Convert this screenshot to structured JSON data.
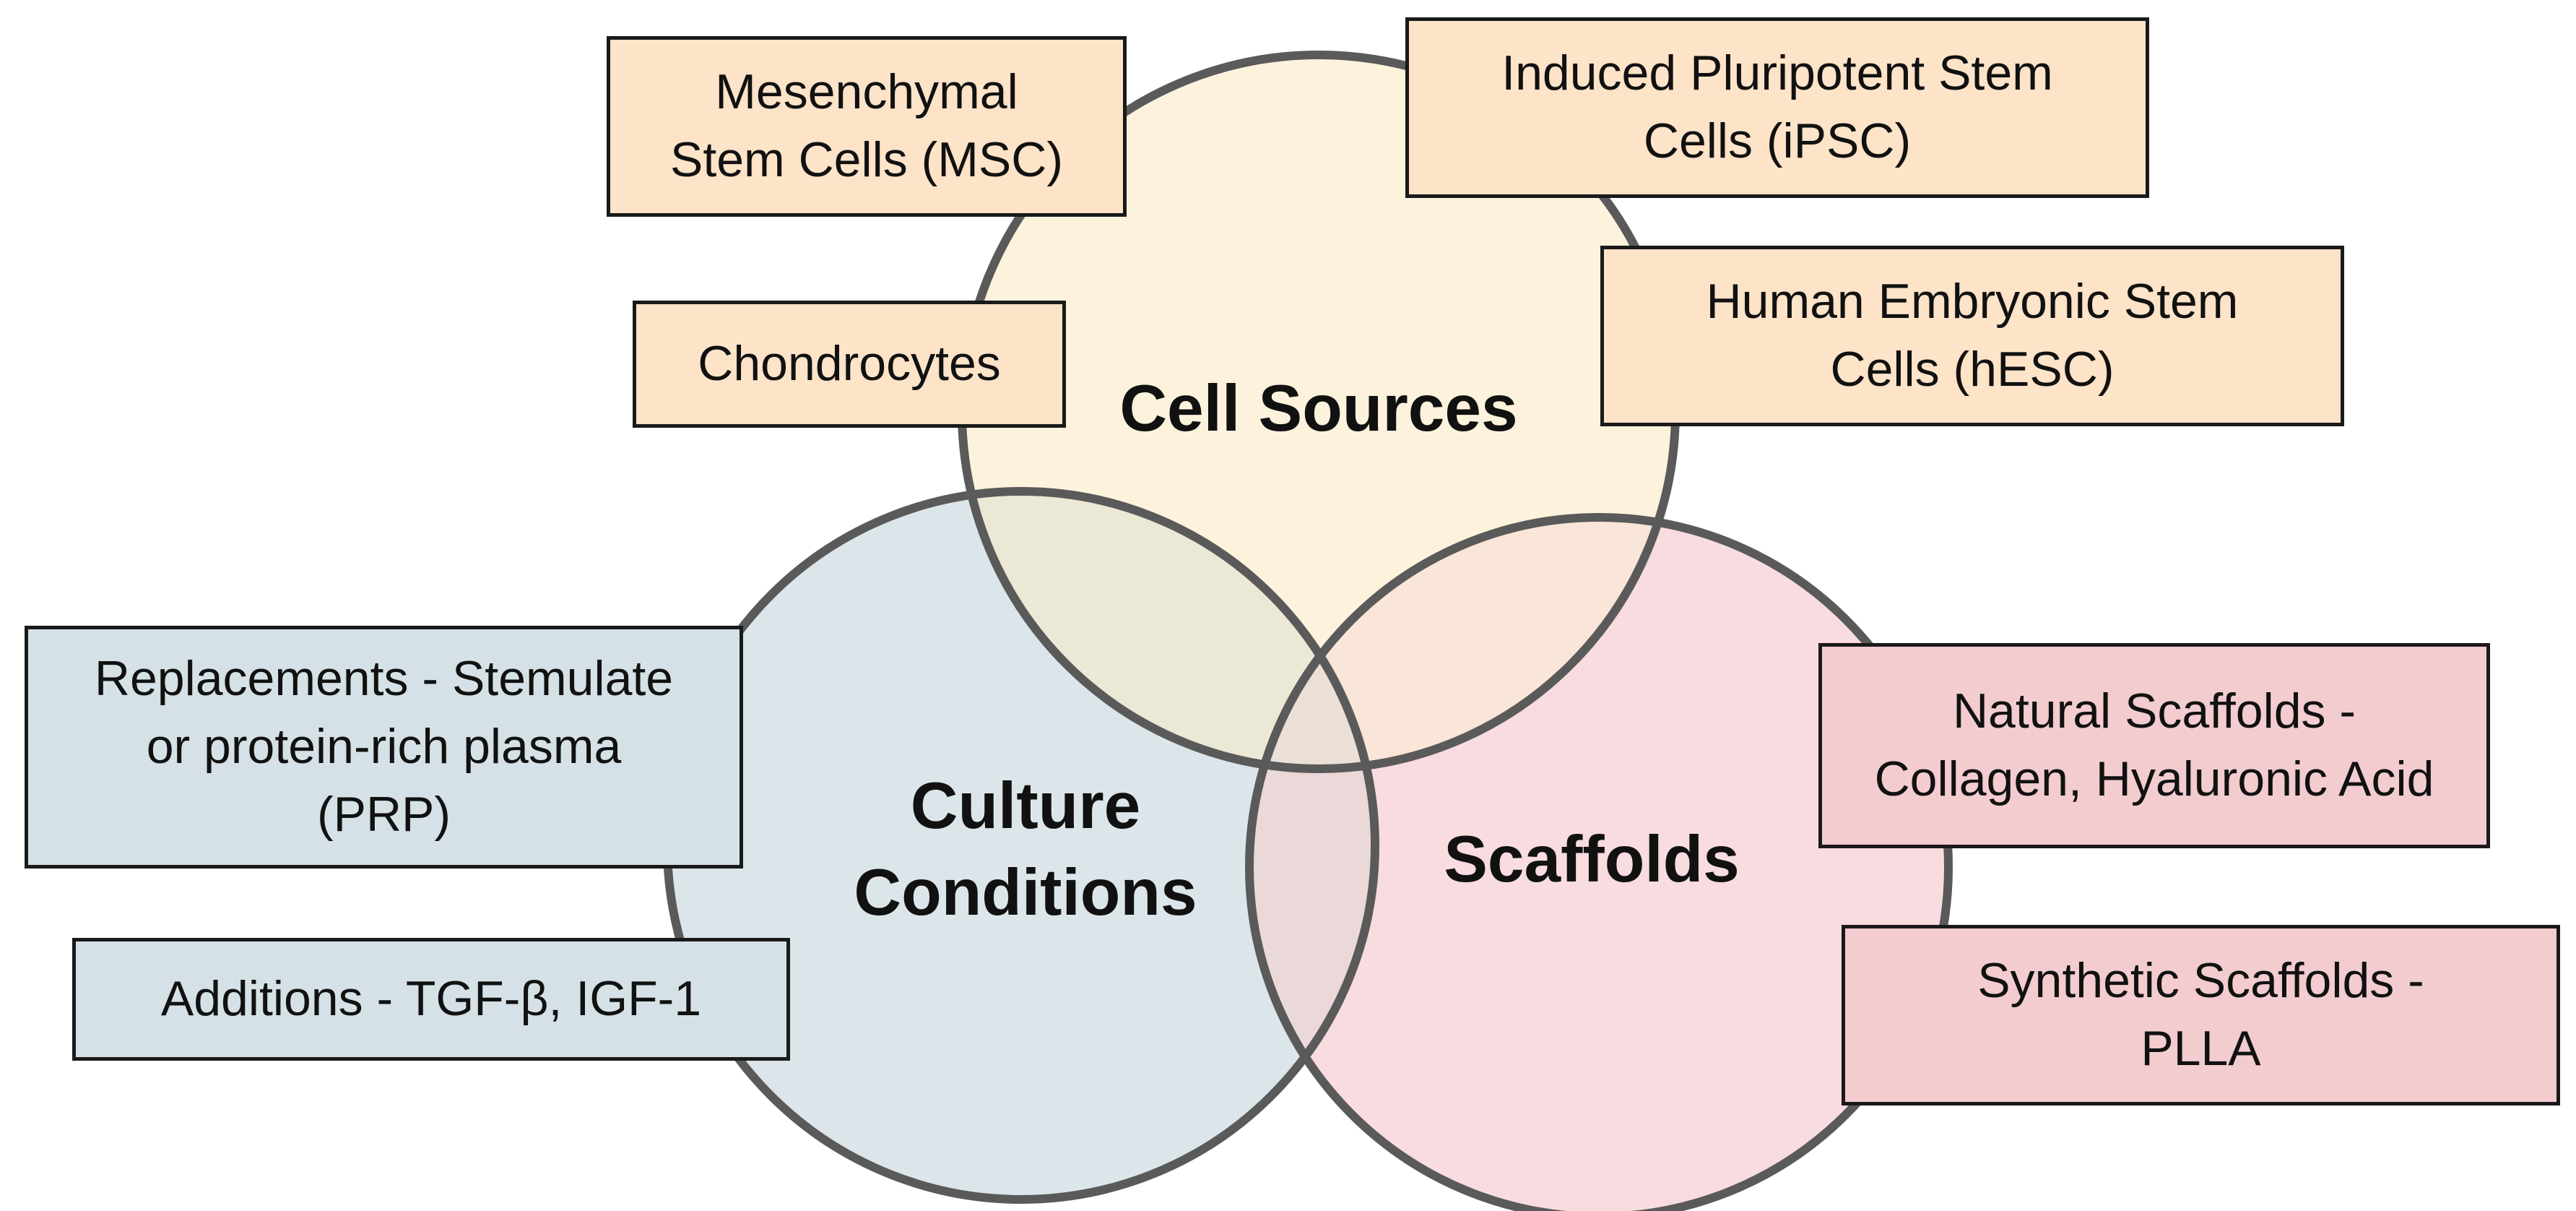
{
  "circles": {
    "cell_sources": {
      "label": "Cell Sources",
      "color": "#fdf3dd"
    },
    "culture_conditions": {
      "label_line1": "Culture",
      "label_line2": "Conditions",
      "color": "#dce6ea"
    },
    "scaffolds": {
      "label": "Scaffolds",
      "color": "#f8dcdf"
    },
    "outline_color": "#5a5a5a",
    "overlap_colors": {
      "cell_culture": "#ece8d6",
      "cell_scaffold": "#f9e6d8",
      "culture_scaffold": "#ebd8d9",
      "center": "#ece0d6"
    }
  },
  "boxes": {
    "msc": "Mesenchymal\nStem Cells (MSC)",
    "ipsc": "Induced Pluripotent Stem\nCells (iPSC)",
    "chondrocytes": "Chondrocytes",
    "hesc": "Human Embryonic Stem\nCells (hESC)",
    "replacements": "Replacements - Stemulate\nor protein-rich plasma\n(PRP)",
    "additions": "Additions - TGF-β, IGF-1",
    "natural": "Natural Scaffolds -\nCollagen, Hyaluronic Acid",
    "synthetic": "Synthetic Scaffolds -\nPLLA"
  },
  "colors": {
    "cell_box": "#fde3c8",
    "culture_box": "#d5e1e6",
    "scaffold_box": "#f2cccf",
    "box_border": "#1a1a1a"
  }
}
